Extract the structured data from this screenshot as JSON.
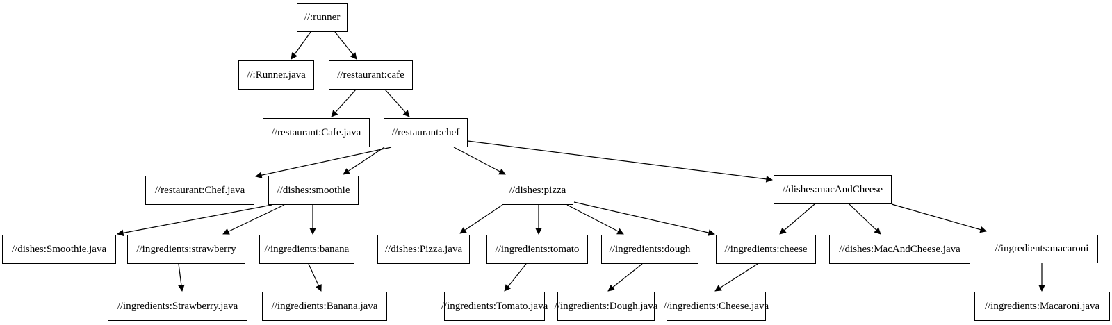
{
  "colors": {
    "background": "#ffffff",
    "node_fill": "#ffffff",
    "node_border": "#000000",
    "edge": "#000000",
    "text": "#000000"
  },
  "diagram": {
    "type": "dependency-graph",
    "nodes": {
      "runner": {
        "label": "//:runner"
      },
      "runner_java": {
        "label": "//:Runner.java"
      },
      "cafe": {
        "label": "//restaurant:cafe"
      },
      "cafe_java": {
        "label": "//restaurant:Cafe.java"
      },
      "chef": {
        "label": "//restaurant:chef"
      },
      "chef_java": {
        "label": "//restaurant:Chef.java"
      },
      "smoothie": {
        "label": "//dishes:smoothie"
      },
      "smoothie_java": {
        "label": "//dishes:Smoothie.java"
      },
      "strawberry": {
        "label": "//ingredients:strawberry"
      },
      "strawberry_java": {
        "label": "//ingredients:Strawberry.java"
      },
      "banana": {
        "label": "//ingredients:banana"
      },
      "banana_java": {
        "label": "//ingredients:Banana.java"
      },
      "pizza": {
        "label": "//dishes:pizza"
      },
      "pizza_java": {
        "label": "//dishes:Pizza.java"
      },
      "tomato": {
        "label": "//ingredients:tomato"
      },
      "tomato_java": {
        "label": "//ingredients:Tomato.java"
      },
      "dough": {
        "label": "//ingredients:dough"
      },
      "dough_java": {
        "label": "//ingredients:Dough.java"
      },
      "cheese": {
        "label": "//ingredients:cheese"
      },
      "cheese_java": {
        "label": "//ingredients:Cheese.java"
      },
      "mac_and_cheese": {
        "label": "//dishes:macAndCheese"
      },
      "mac_and_cheese_java": {
        "label": "//dishes:MacAndCheese.java"
      },
      "macaroni": {
        "label": "//ingredients:macaroni"
      },
      "macaroni_java": {
        "label": "//ingredients:Macaroni.java"
      }
    },
    "edges": [
      {
        "from": "runner",
        "to": "runner_java"
      },
      {
        "from": "runner",
        "to": "cafe"
      },
      {
        "from": "cafe",
        "to": "cafe_java"
      },
      {
        "from": "cafe",
        "to": "chef"
      },
      {
        "from": "chef",
        "to": "chef_java"
      },
      {
        "from": "chef",
        "to": "smoothie"
      },
      {
        "from": "chef",
        "to": "pizza"
      },
      {
        "from": "chef",
        "to": "mac_and_cheese"
      },
      {
        "from": "smoothie",
        "to": "smoothie_java"
      },
      {
        "from": "smoothie",
        "to": "strawberry"
      },
      {
        "from": "smoothie",
        "to": "banana"
      },
      {
        "from": "pizza",
        "to": "pizza_java"
      },
      {
        "from": "pizza",
        "to": "tomato"
      },
      {
        "from": "pizza",
        "to": "dough"
      },
      {
        "from": "pizza",
        "to": "cheese"
      },
      {
        "from": "mac_and_cheese",
        "to": "cheese"
      },
      {
        "from": "mac_and_cheese",
        "to": "mac_and_cheese_java"
      },
      {
        "from": "mac_and_cheese",
        "to": "macaroni"
      },
      {
        "from": "strawberry",
        "to": "strawberry_java"
      },
      {
        "from": "banana",
        "to": "banana_java"
      },
      {
        "from": "tomato",
        "to": "tomato_java"
      },
      {
        "from": "dough",
        "to": "dough_java"
      },
      {
        "from": "cheese",
        "to": "cheese_java"
      },
      {
        "from": "macaroni",
        "to": "macaroni_java"
      }
    ]
  }
}
